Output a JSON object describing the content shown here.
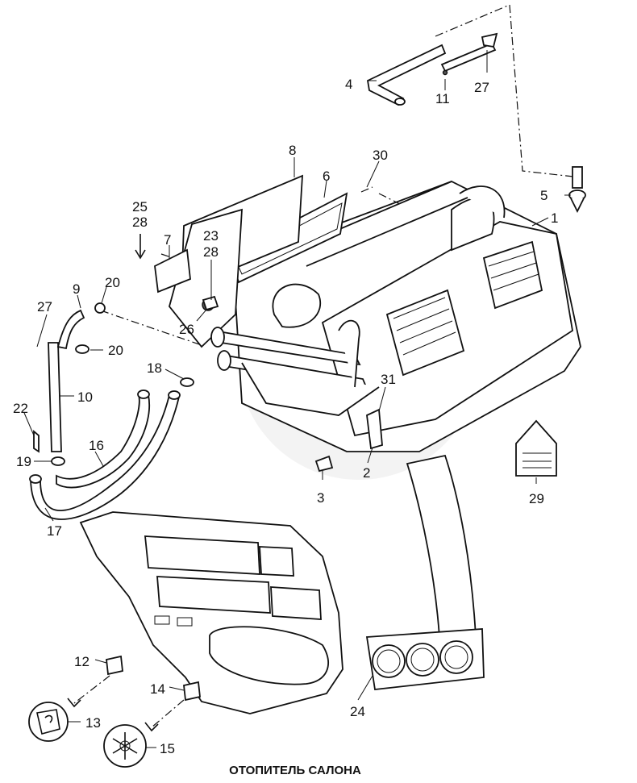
{
  "caption": "ОТОПИТЕЛЬ САЛОНА",
  "callouts": [
    {
      "id": "c1",
      "text": "1"
    },
    {
      "id": "c2",
      "text": "2"
    },
    {
      "id": "c3",
      "text": "3"
    },
    {
      "id": "c4",
      "text": "4"
    },
    {
      "id": "c5",
      "text": "5"
    },
    {
      "id": "c6",
      "text": "6"
    },
    {
      "id": "c7",
      "text": "7"
    },
    {
      "id": "c8",
      "text": "8"
    },
    {
      "id": "c9",
      "text": "9"
    },
    {
      "id": "c10",
      "text": "10"
    },
    {
      "id": "c11",
      "text": "11"
    },
    {
      "id": "c12",
      "text": "12"
    },
    {
      "id": "c13",
      "text": "13"
    },
    {
      "id": "c14",
      "text": "14"
    },
    {
      "id": "c15",
      "text": "15"
    },
    {
      "id": "c16",
      "text": "16"
    },
    {
      "id": "c17",
      "text": "17"
    },
    {
      "id": "c18",
      "text": "18"
    },
    {
      "id": "c19",
      "text": "19"
    },
    {
      "id": "c20a",
      "text": "20"
    },
    {
      "id": "c20b",
      "text": "20"
    },
    {
      "id": "c22",
      "text": "22"
    },
    {
      "id": "c23",
      "text": "23"
    },
    {
      "id": "c24",
      "text": "24"
    },
    {
      "id": "c25",
      "text": "25"
    },
    {
      "id": "c26",
      "text": "26"
    },
    {
      "id": "c27a",
      "text": "27"
    },
    {
      "id": "c27b",
      "text": "27"
    },
    {
      "id": "c28a",
      "text": "28"
    },
    {
      "id": "c28b",
      "text": "28"
    },
    {
      "id": "c29",
      "text": "29"
    },
    {
      "id": "c30",
      "text": "30"
    },
    {
      "id": "c31",
      "text": "31"
    }
  ],
  "colors": {
    "ink": "#111111",
    "paper": "#ffffff",
    "watermark": "#e7e7e7"
  }
}
